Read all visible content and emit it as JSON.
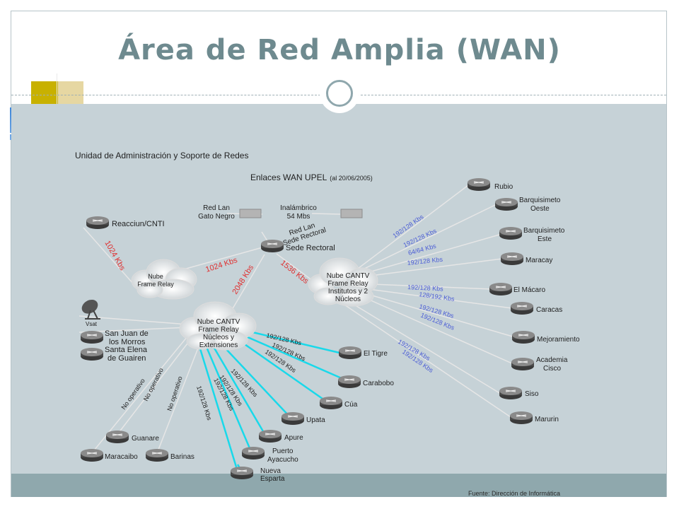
{
  "slide": {
    "title": "Área de Red Amplia (WAN)"
  },
  "diagram": {
    "unit_label": "Unidad de Administración y Soporte de Redes",
    "links_title": "Enlaces WAN UPEL",
    "links_date": "(al 20/06/2005)",
    "source": "Fuente: Dirección de Informática",
    "colors": {
      "red": "#e03030",
      "blue": "#4a5cd6",
      "cyan": "#19d9ea",
      "router": "#777777"
    },
    "nodes": {
      "reacciun": "Reacciun/CNTI",
      "red_lan_gato_l1": "Red Lan",
      "red_lan_gato_l2": "Gato Negro",
      "inalambrico_l1": "Inalámbrico",
      "inalambrico_l2": "54 Mbs",
      "red_lan_sede_l1": "Red Lan",
      "red_lan_sede_l2": "Sede Rectoral",
      "sede": "Sede Rectoral",
      "nube_fr_l1": "Nube",
      "nube_fr_l2": "Frame Relay",
      "cantv1_l1": "Nube CANTV",
      "cantv1_l2": "Frame Relay",
      "cantv1_l3": "Institutos y 2",
      "cantv1_l4": "Núcleos",
      "cantv2_l1": "Nube CANTV",
      "cantv2_l2": "Frame Relay",
      "cantv2_l3": "Núcleos y",
      "cantv2_l4": "Extensiones",
      "vsat": "Vsat",
      "sanjuan_l1": "San Juan de",
      "sanjuan_l2": "los Morros",
      "santaelena_l1": "Santa Elena",
      "santaelena_l2": "de Guairen",
      "rubio": "Rubio",
      "barq_oeste_l1": "Barquisimeto",
      "barq_oeste_l2": "Oeste",
      "barq_este_l1": "Barquisimeto",
      "barq_este_l2": "Este",
      "maracay": "Maracay",
      "macaro": "El Mácaro",
      "caracas": "Caracas",
      "mejoramiento": "Mejoramiento",
      "academia_l1": "Academia",
      "academia_l2": "Cisco",
      "siso": "Siso",
      "marurin": "Marurin",
      "eltigre": "El Tigre",
      "carabobo": "Carabobo",
      "cua": "Cúa",
      "upata": "Upata",
      "apure": "Apure",
      "pa_l1": "Puerto",
      "pa_l2": "Ayacucho",
      "ne_l1": "Nueva",
      "ne_l2": "Esparta",
      "guanare": "Guanare",
      "maracaibo": "Maracaibo",
      "barinas": "Barinas"
    },
    "link_labels": {
      "k1024_reacciun": "1024 Kbs",
      "k1024_sede": "1024 Kbs",
      "k2048": "2048 Kbs",
      "k1536": "1536 Kbs",
      "rubio": "192/128 Kbs",
      "barq_oeste": "192/128 Kbs",
      "barq_este": "64/64 Kbs",
      "maracay": "192/128 Kbs",
      "macaro": "192/128 Kbs",
      "caracas": "128/192 Kbs",
      "mejoramiento": "192/128 Kbs",
      "academia": "192/128 Kbs",
      "siso": "192/128 Kbs",
      "marurin": "192/128 Kbs",
      "eltigre": "192/128 Kbs",
      "carabobo": "192/128 Kbs",
      "cua": "192/128 Kbs",
      "upata": "192/128 Kbs",
      "apure": "192/128 Kbs",
      "pa": "192/128 Kbs",
      "ne": "192/128 Kbs",
      "no_op_1": "No operativo",
      "no_op_2": "No operativo",
      "no_op_3": "No operativo"
    }
  }
}
